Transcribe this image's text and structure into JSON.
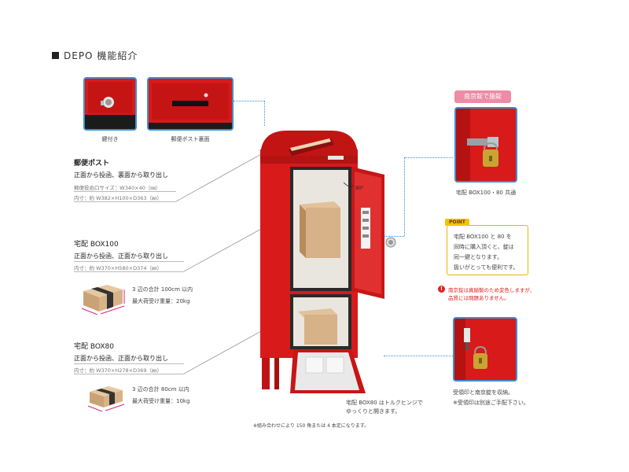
{
  "heading": "DEPO 機能紹介",
  "photos": {
    "lock_caption": "鍵付き",
    "back_caption": "郵便ポスト裏面",
    "padlock_badge": "南京錠で施錠",
    "padlock_caption": "宅配 BOX100・80 共通",
    "storage_caption_1": "受領印と南京錠を収納。",
    "storage_caption_2": "※受領印は別途ご手配下さい。"
  },
  "mailbox": {
    "title": "郵便ポスト",
    "sub": "正面から投函、裏面から取り出し",
    "spec1": "郵便投函口サイズ：W340×40（㎜）",
    "spec2": "内寸：約 W382×H100×D363（㎜）"
  },
  "box100": {
    "title": "宅配 BOX100",
    "sub": "正面から投函、正面から取り出し",
    "spec": "内寸：約 W370×H580×D374（㎜）",
    "note1": "3 辺の合計 100cm 以内",
    "note2": "最大荷受け重量：20kg"
  },
  "box80": {
    "title": "宅配 BOX80",
    "sub": "正面から投函、正面から取り出し",
    "spec": "内寸：約 W370×H278×D369（㎜）",
    "note1": "3 辺の合計 80cm 以内",
    "note2": "最大荷受け重量：10kg"
  },
  "center": {
    "angle_label": "90°",
    "hinge_note_1": "宅配 BOX80 はトルクヒンジで",
    "hinge_note_2": "ゆっくりと開きます。",
    "footnote": "※組み合わせにより 150 角または 4 本足になります。"
  },
  "point": {
    "tag": "POINT",
    "line1": "宅配 BOX100 と 80 を",
    "line2": "同時に購入頂くと、錠は",
    "line3": "同一鍵となります。",
    "line4": "扱いがとっても便利です。"
  },
  "warning": {
    "line1": "南京錠は真鍮製のため変色しますが、",
    "line2": "品質には問題ありません。"
  },
  "colors": {
    "accent_blue": "#3d8fd0",
    "post_red": "#d81a1a",
    "badge_pink": "#ee8ba6",
    "point_yellow": "#f2c400"
  }
}
